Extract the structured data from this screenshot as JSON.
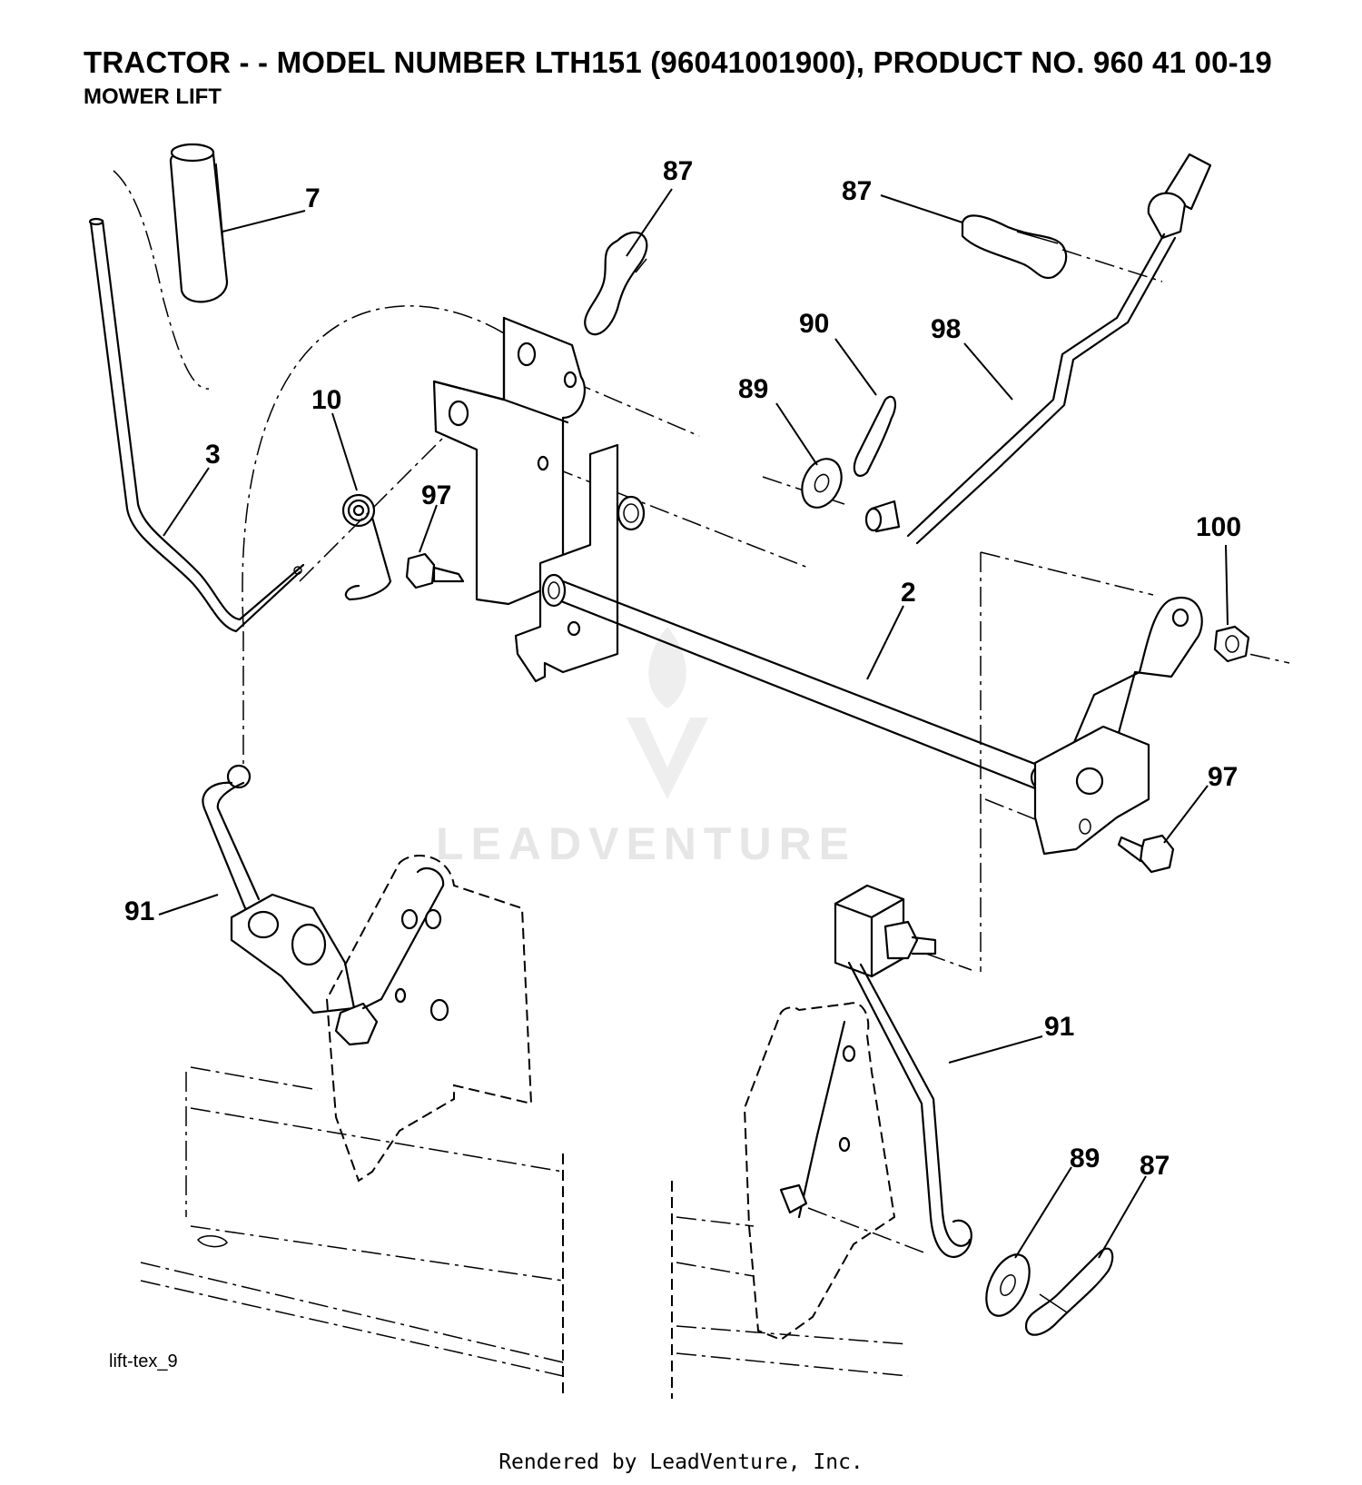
{
  "header": {
    "title": "TRACTOR - - MODEL NUMBER LTH151 (96041001900), PRODUCT NO. 960 41 00-19",
    "subtitle": "MOWER LIFT"
  },
  "figure": {
    "id": "lift-tex_9",
    "watermark": "LEADVENTURE",
    "callouts": [
      {
        "key": "c7",
        "label": "7"
      },
      {
        "key": "c87a",
        "label": "87"
      },
      {
        "key": "c87b",
        "label": "87"
      },
      {
        "key": "c90",
        "label": "90"
      },
      {
        "key": "c98",
        "label": "98"
      },
      {
        "key": "c89a",
        "label": "89"
      },
      {
        "key": "c10",
        "label": "10"
      },
      {
        "key": "c3",
        "label": "3"
      },
      {
        "key": "c97a",
        "label": "97"
      },
      {
        "key": "c100",
        "label": "100"
      },
      {
        "key": "c2",
        "label": "2"
      },
      {
        "key": "c97b",
        "label": "97"
      },
      {
        "key": "c91a",
        "label": "91"
      },
      {
        "key": "c91b",
        "label": "91"
      },
      {
        "key": "c89b",
        "label": "89"
      },
      {
        "key": "c87c",
        "label": "87"
      }
    ]
  },
  "footer": {
    "rendered_by": "Rendered by LeadVenture, Inc."
  }
}
